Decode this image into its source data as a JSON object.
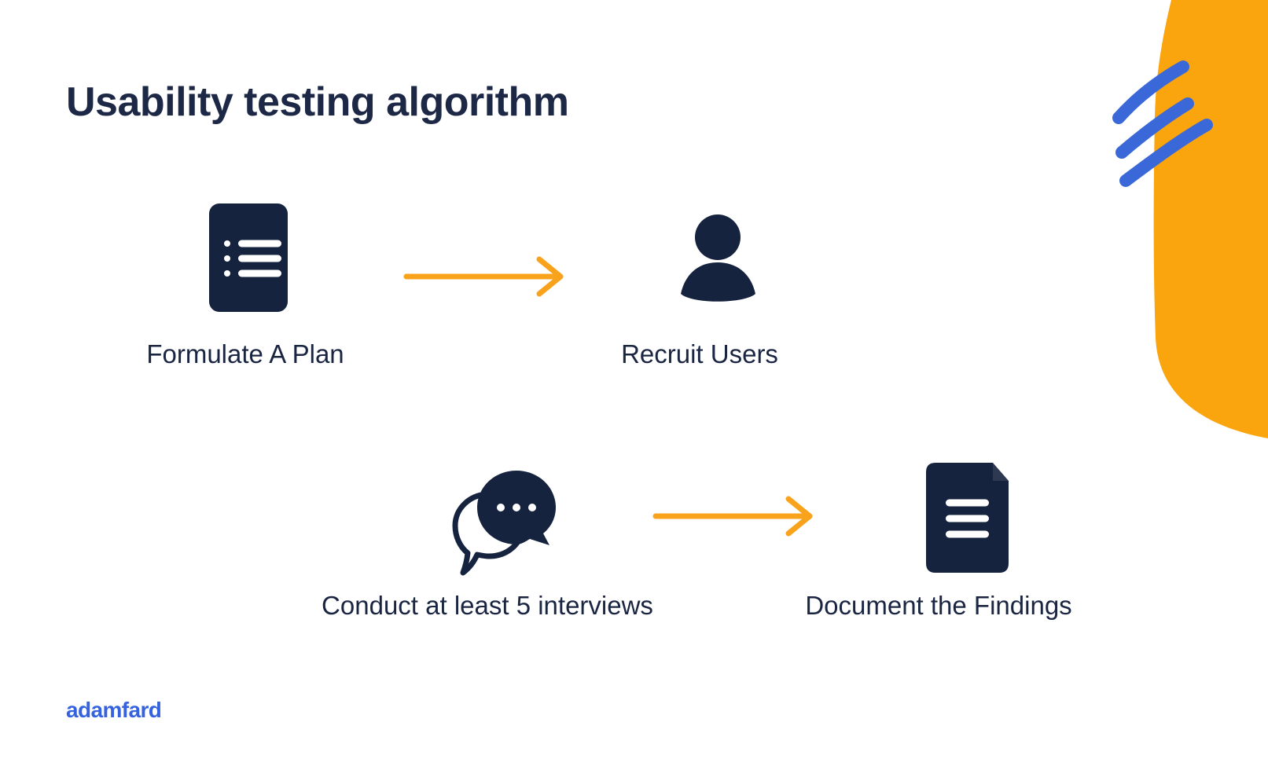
{
  "title": "Usability testing algorithm",
  "steps": [
    {
      "label": "Formulate A Plan",
      "icon": "plan-list-icon"
    },
    {
      "label": "Recruit Users",
      "icon": "user-icon"
    },
    {
      "label": "Conduct at least 5 interviews",
      "icon": "chat-bubbles-icon"
    },
    {
      "label": "Document the Findings",
      "icon": "document-icon"
    }
  ],
  "arrows": [
    {
      "name": "arrow-step1-to-step2",
      "direction": "right"
    },
    {
      "name": "arrow-step3-to-step4",
      "direction": "right"
    }
  ],
  "brand": {
    "logo_text": "adamfard"
  },
  "colors": {
    "icon_navy": "#16233e",
    "title_text": "#1d2846",
    "label_text": "#1a2542",
    "arrow_orange": "#f9a21c",
    "blob_orange": "#faa40e",
    "scribble_blue": "#3a68d8",
    "logo_blue": "#3562df",
    "background": "#ffffff"
  }
}
